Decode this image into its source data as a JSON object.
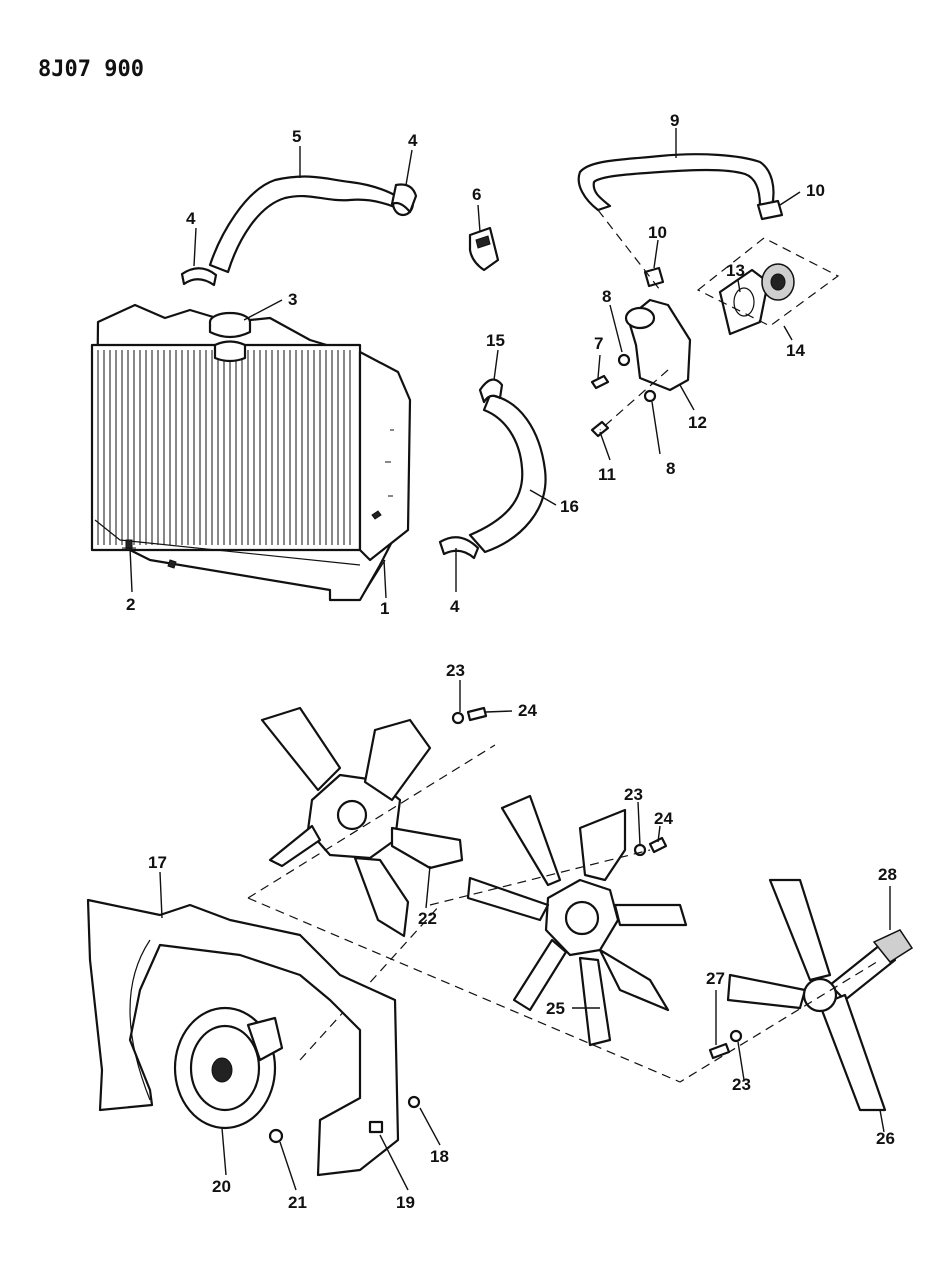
{
  "diagram_code": "8J07 900",
  "callouts": {
    "radiator": "1",
    "drain_cock": "2",
    "radiator_cap": "3",
    "clamp_upper_left": "4",
    "clamp_upper_right": "4",
    "clamp_lower": "4",
    "upper_hose": "5",
    "clip": "6",
    "bolt_7": "7",
    "washer_upper": "8",
    "washer_lower": "8",
    "bypass_hose": "9",
    "hose_clamp_right": "10",
    "hose_clamp_mid": "10",
    "bolt_11": "11",
    "thermostat_housing": "12",
    "gasket": "13",
    "thermostat": "14",
    "clamp_15": "15",
    "lower_hose": "16",
    "fan_shroud": "17",
    "screw_18": "18",
    "nut_19": "19",
    "fan_drive": "20",
    "nut_21": "21",
    "fan_5_blade": "22",
    "washer_23_a": "23",
    "washer_23_b": "23",
    "washer_23_c": "23",
    "bolt_24_a": "24",
    "bolt_24_b": "24",
    "fan_7_blade": "25",
    "fan_4_blade": "26",
    "bolt_27": "27",
    "spacer": "28"
  }
}
